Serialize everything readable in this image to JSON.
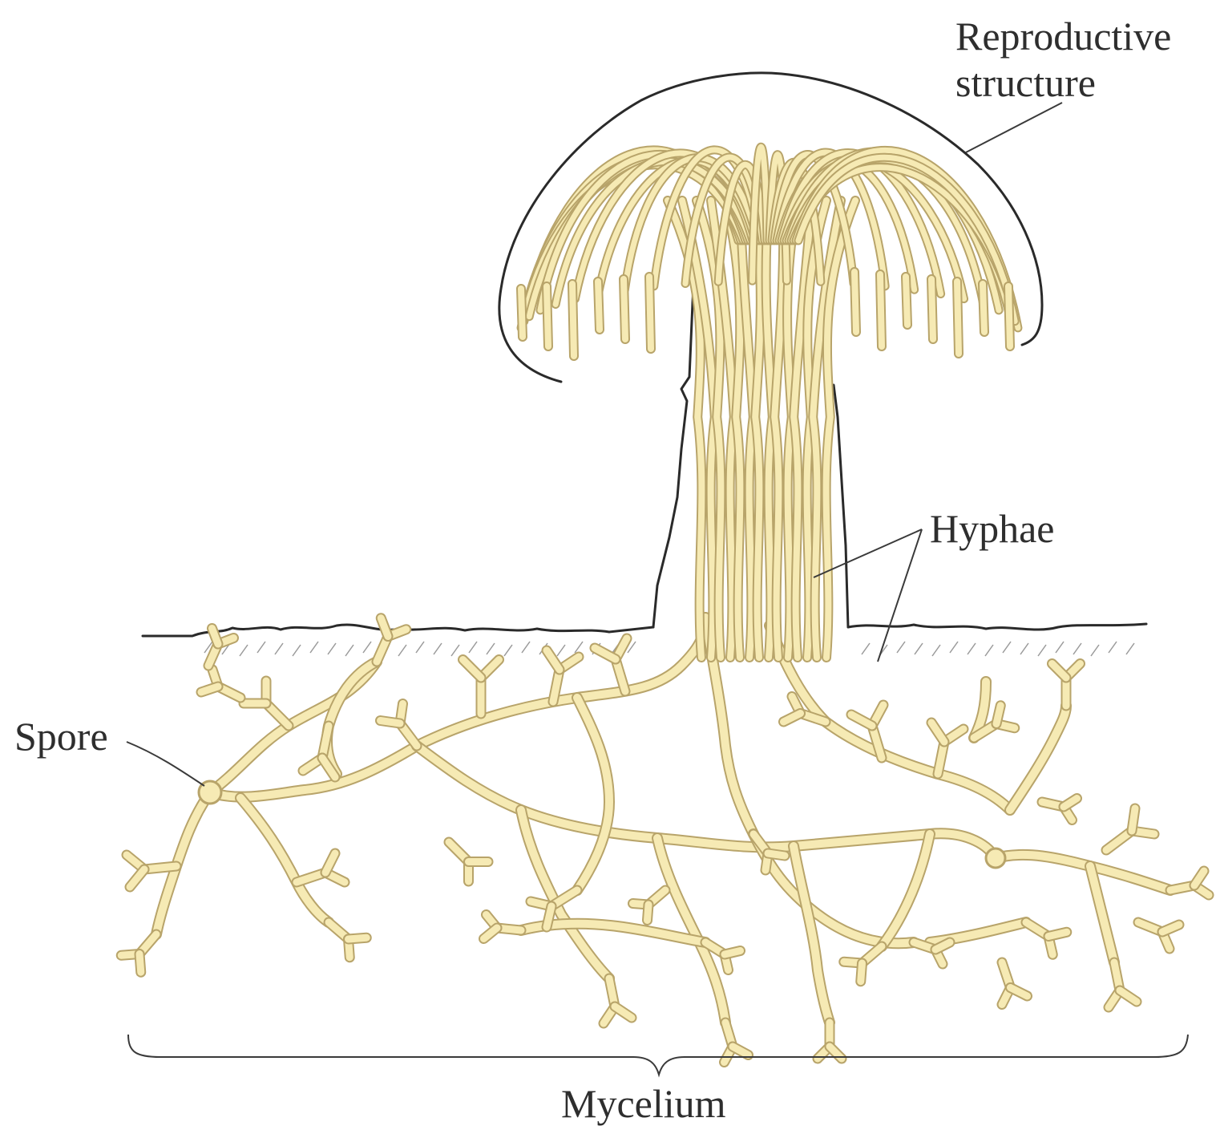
{
  "labels": {
    "reproductive_line1": "Reproductive",
    "reproductive_line2": "structure",
    "hyphae": "Hyphae",
    "spore": "Spore",
    "mycelium": "Mycelium"
  },
  "colors": {
    "hyphae_fill": "#f6eab4",
    "hyphae_edge": "#b8a46a",
    "outline": "#2a2a2a",
    "soil_hatch": "#9a9a9a",
    "text": "#2e2e2e"
  }
}
